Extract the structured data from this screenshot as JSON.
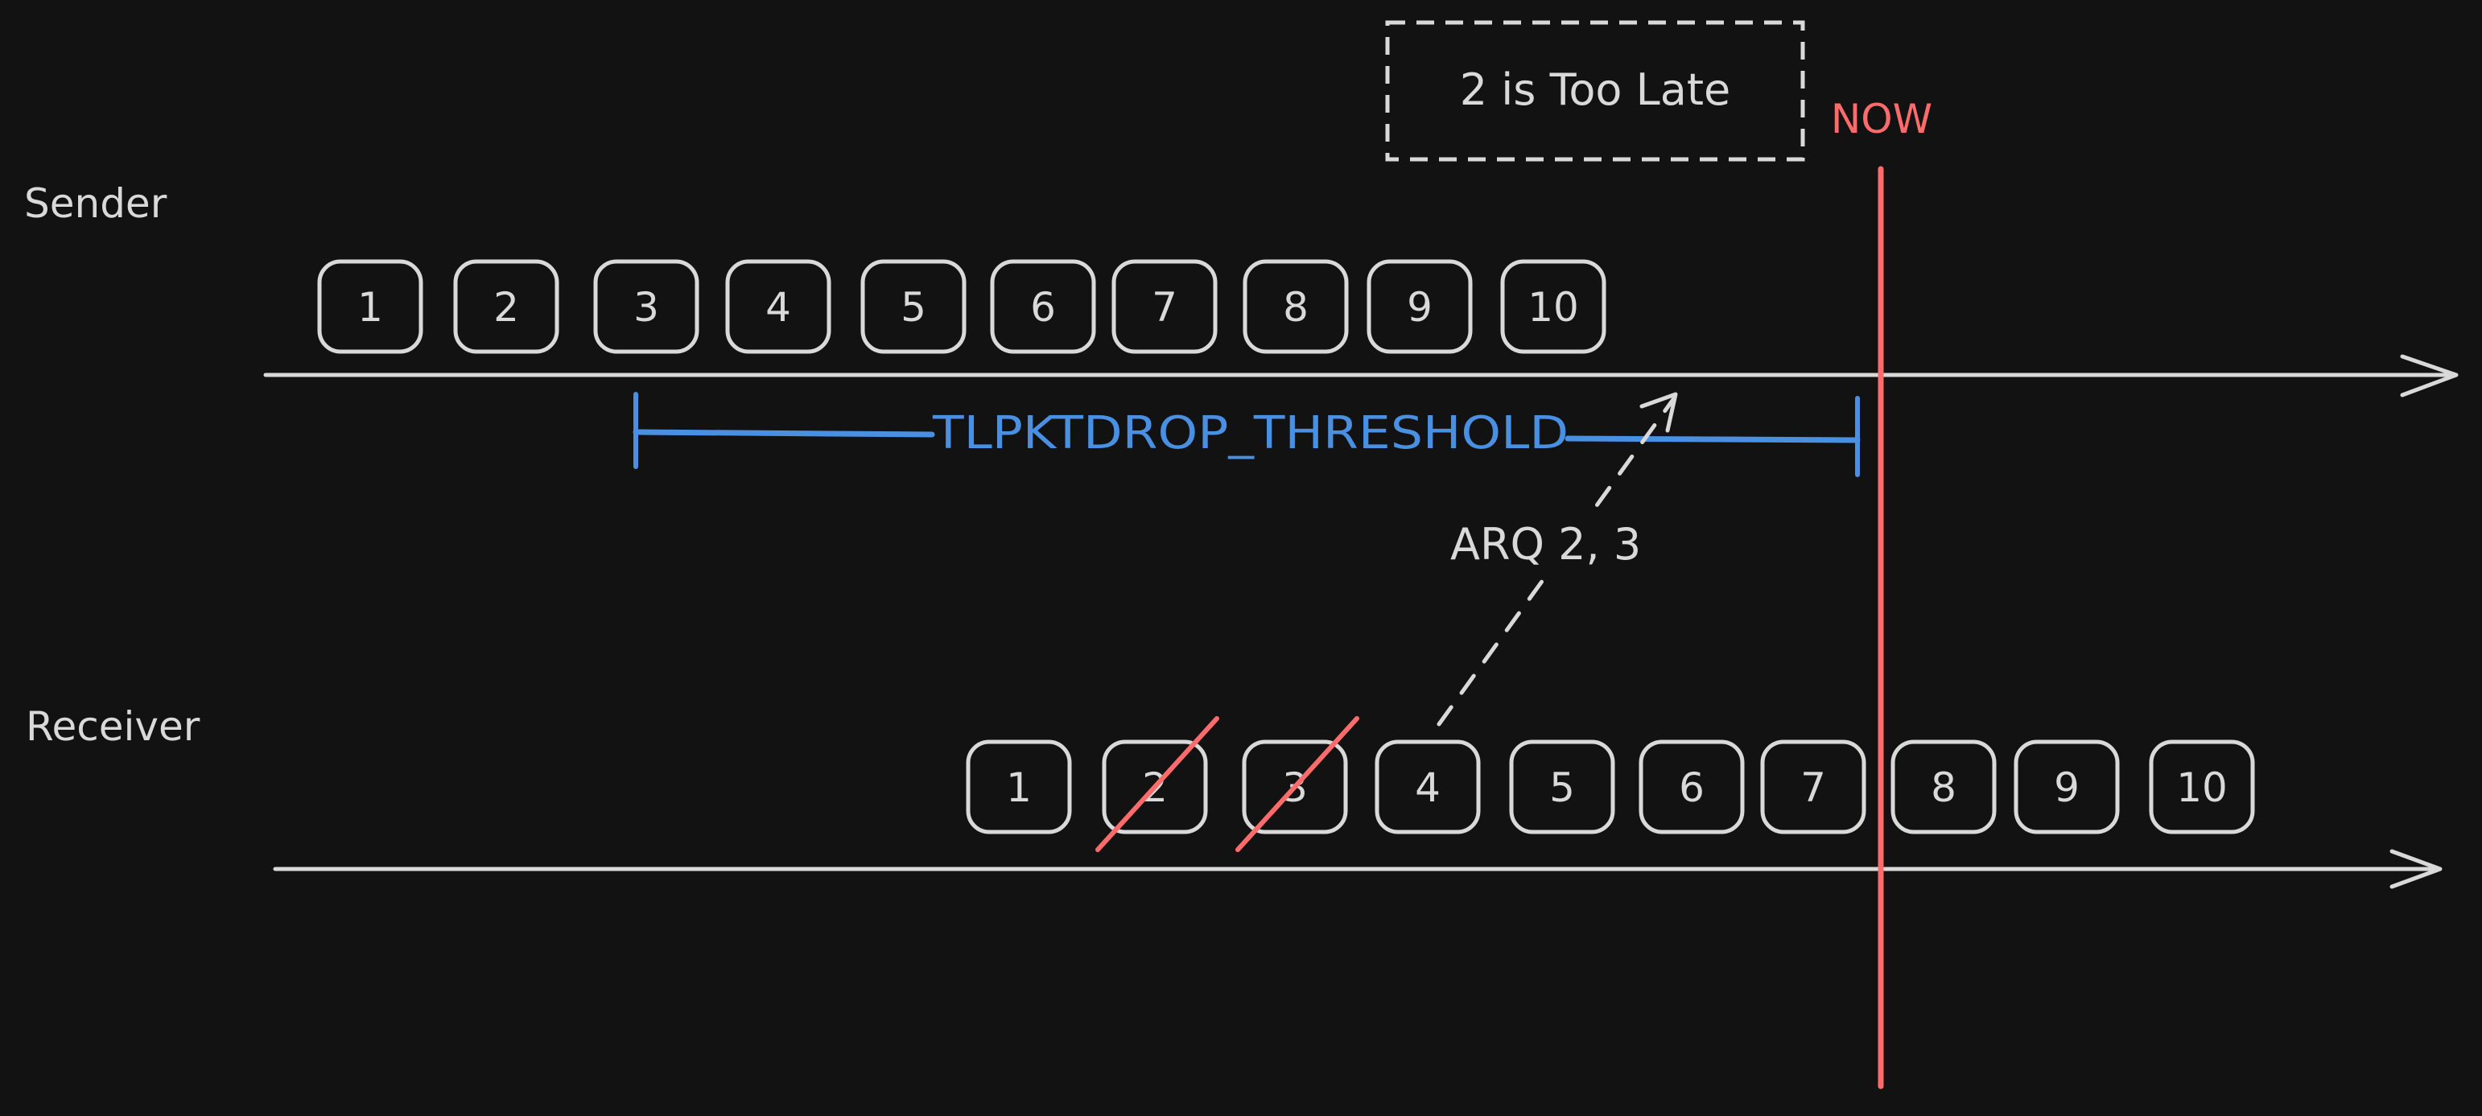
{
  "colors": {
    "background": "#121212",
    "stroke": "#d9d9d9",
    "now_line": "#ff6b6b",
    "threshold": "#4a90e2"
  },
  "labels": {
    "sender": "Sender",
    "receiver": "Receiver",
    "too_late_note": "2 is Too Late",
    "now": "NOW",
    "threshold": "TLPKTDROP_THRESHOLD",
    "arq": "ARQ 2, 3"
  },
  "sender_packets": [
    "1",
    "2",
    "3",
    "4",
    "5",
    "6",
    "7",
    "8",
    "9",
    "10"
  ],
  "receiver_packets": [
    "1",
    "2",
    "3",
    "4",
    "5",
    "6",
    "7",
    "8",
    "9",
    "10"
  ],
  "receiver_lost_packets": [
    "2",
    "3"
  ]
}
